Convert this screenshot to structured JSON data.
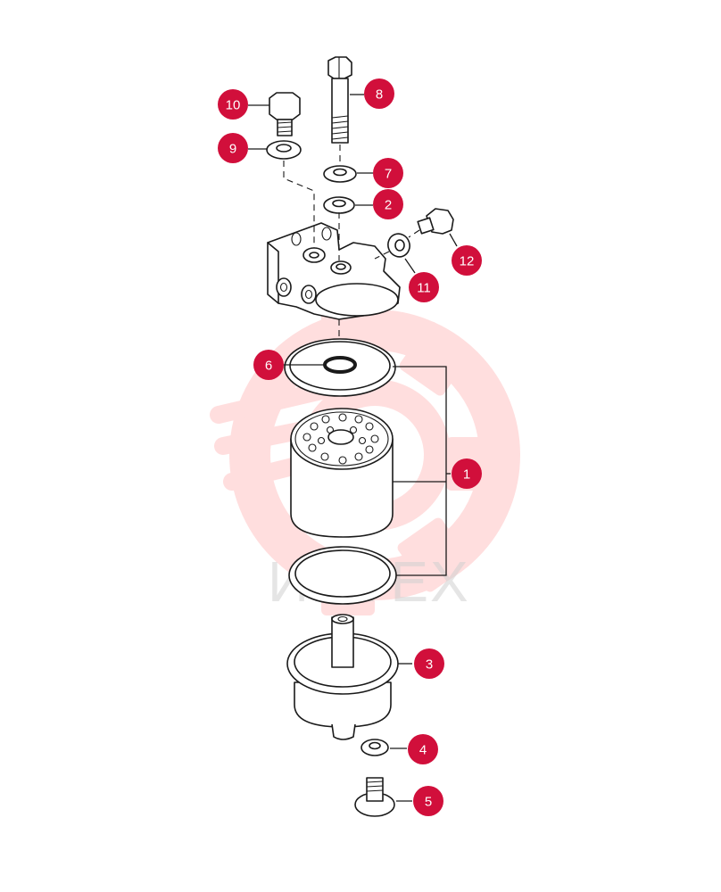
{
  "watermark": {
    "text": "ИНТЕХ",
    "color": "#ff8a8a"
  },
  "accent_color": "#d10f3b",
  "callouts": [
    {
      "label": "1"
    },
    {
      "label": "2"
    },
    {
      "label": "3"
    },
    {
      "label": "4"
    },
    {
      "label": "5"
    },
    {
      "label": "6"
    },
    {
      "label": "7"
    },
    {
      "label": "8"
    },
    {
      "label": "9"
    },
    {
      "label": "10"
    },
    {
      "label": "11"
    },
    {
      "label": "12"
    }
  ]
}
